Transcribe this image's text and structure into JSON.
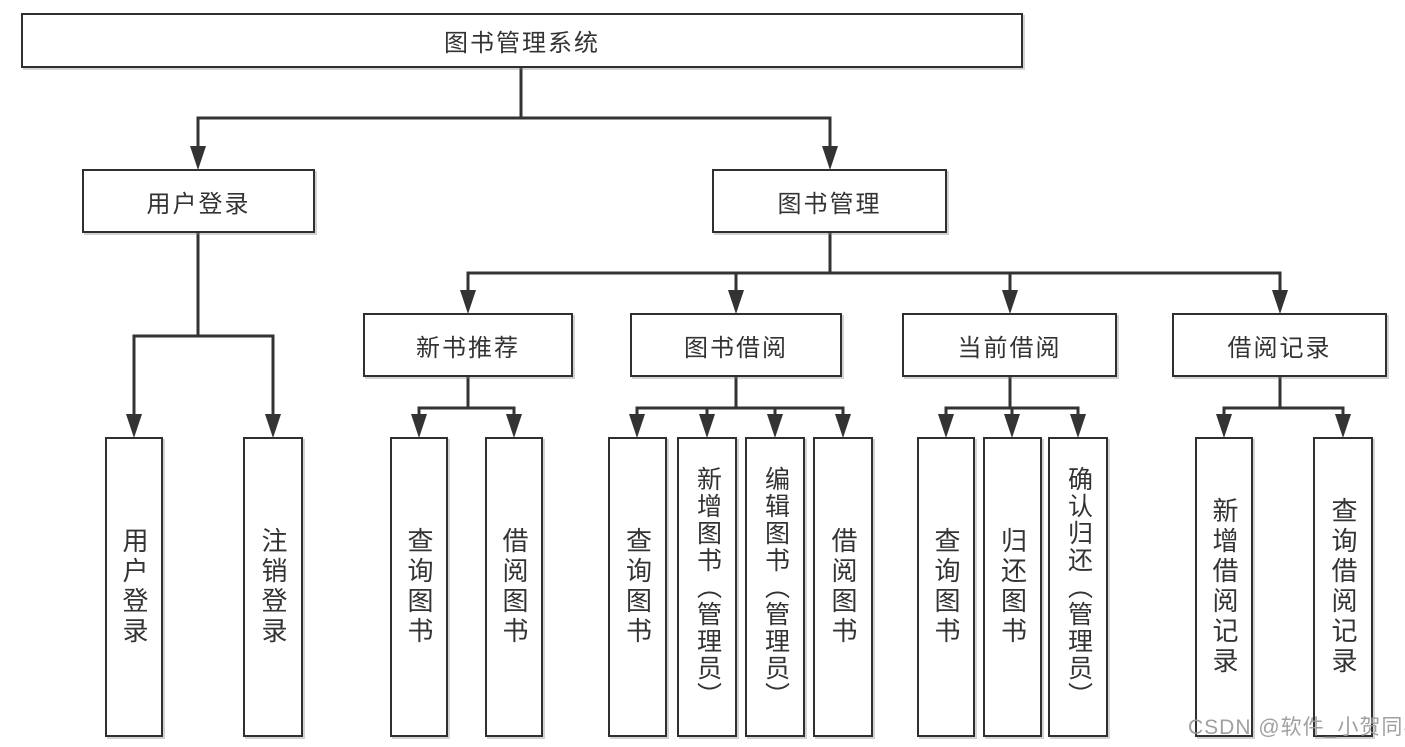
{
  "diagram": {
    "root": {
      "label": "图书管理系统"
    },
    "user_login": {
      "label": "用户登录",
      "children": [
        "用户登录",
        "注销登录"
      ]
    },
    "book_mgmt": {
      "label": "图书管理",
      "new_book": {
        "label": "新书推荐",
        "children": [
          "查询图书",
          "借阅图书"
        ]
      },
      "borrow": {
        "label": "图书借阅",
        "children": [
          "查询图书",
          "新增图书（管理员）",
          "编辑图书（管理员）",
          "借阅图书"
        ]
      },
      "current": {
        "label": "当前借阅",
        "children": [
          "查询图书",
          "归还图书",
          "确认归还（管理员）"
        ]
      },
      "records": {
        "label": "借阅记录",
        "children": [
          "新增借阅记录",
          "查询借阅记录"
        ]
      }
    }
  },
  "watermark": "CSDN @软件_小贺同学",
  "colors": {
    "line": "#333333",
    "text": "#333333",
    "background": "#ffffff",
    "watermark": "#989898"
  }
}
